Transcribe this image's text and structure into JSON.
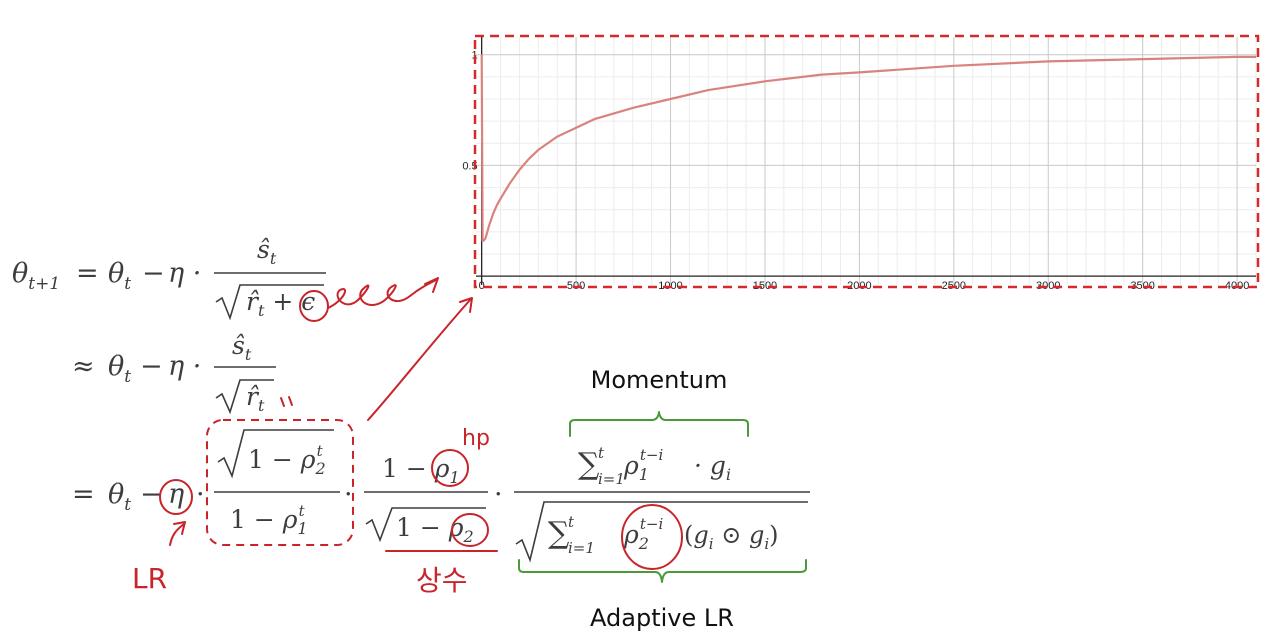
{
  "chart_data": {
    "type": "line",
    "x_ticks": [
      "0",
      "500",
      "1000",
      "1500",
      "2000",
      "2500",
      "3000",
      "3500",
      "4000"
    ],
    "y_ticks": [
      "0.5",
      "1"
    ],
    "xlim": [
      -30,
      4100
    ],
    "ylim": [
      -0.04,
      1.08
    ],
    "grid": true,
    "series": [
      {
        "color": "#d9837f",
        "x": [
          0,
          5,
          10,
          20,
          30,
          40,
          60,
          80,
          100,
          150,
          200,
          250,
          300,
          400,
          500,
          600,
          800,
          1000,
          1200,
          1500,
          1800,
          2000,
          2500,
          3000,
          3500,
          4000,
          4100
        ],
        "y": [
          1.0,
          0.16,
          0.16,
          0.17,
          0.2,
          0.23,
          0.28,
          0.32,
          0.35,
          0.42,
          0.48,
          0.53,
          0.57,
          0.63,
          0.67,
          0.71,
          0.76,
          0.8,
          0.84,
          0.88,
          0.91,
          0.92,
          0.95,
          0.97,
          0.98,
          0.99,
          0.99
        ]
      }
    ]
  },
  "labels": {
    "momentum": "Momentum",
    "adaptive_lr": "Adaptive LR",
    "lr_note": "LR",
    "hp_note": "hp",
    "const_note": "상수"
  },
  "colors": {
    "annotation": "#c8242a",
    "brace": "#4a9a3a",
    "curve": "#d9837f",
    "math": "#3d3d3d"
  }
}
